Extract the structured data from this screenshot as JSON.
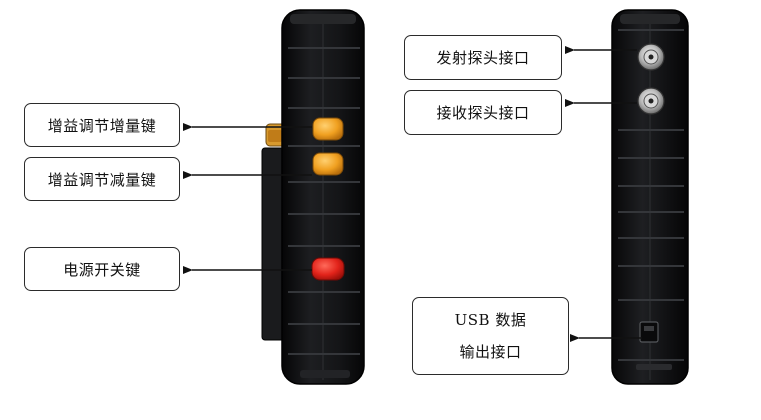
{
  "callouts": {
    "gain_up": "增益调节增量键",
    "gain_down": "增益调节减量键",
    "power": "电源开关键",
    "transmit_port": "发射探头接口",
    "receive_port": "接收探头接口",
    "usb_line1": "USB 数据",
    "usb_line2": "输出接口"
  },
  "colors": {
    "device_body": "#151618",
    "gain_buttons": "#f0a020",
    "power_button": "#e2231a",
    "clip": "#d89a2e",
    "callout_border": "#2b2b2b",
    "arrow": "#111111"
  },
  "icons": {
    "connector": "bnc-connector-icon",
    "usb": "usb-port-icon"
  }
}
